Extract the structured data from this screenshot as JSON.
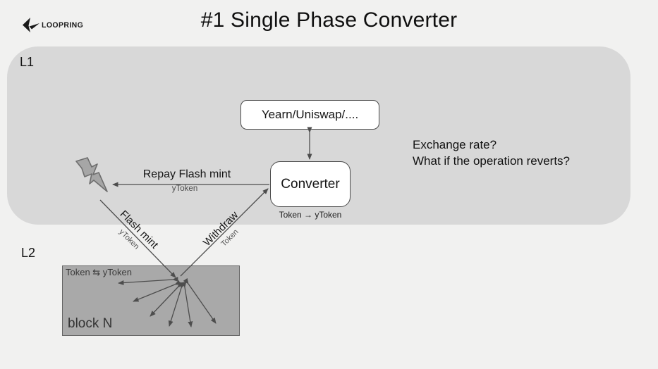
{
  "page": {
    "title": "#1 Single Phase Converter"
  },
  "logo": {
    "text": "LOOPRING"
  },
  "l1_region": {
    "label": "L1",
    "yearn_box": {
      "label": "Yearn/Uniswap/...."
    },
    "converter_box": {
      "label": "Converter",
      "caption": "Token → yToken"
    },
    "questions": {
      "line1": "Exchange rate?",
      "line2": "What if the operation reverts?"
    },
    "repay_arrow": {
      "label": "Repay Flash mint",
      "sublabel": "yToken"
    }
  },
  "l2_region": {
    "label": "L2",
    "flash_mint_arrow": {
      "label": "Flash mint",
      "sublabel": "yToken"
    },
    "withdraw_arrow": {
      "label": "Withdraw",
      "sublabel": "Token"
    },
    "block_box": {
      "header": "Token ⇆ yToken",
      "footer": "block N"
    }
  },
  "icons": {
    "loopring_mark": "loopring-logo-mark",
    "lightning": "lightning-bolt"
  },
  "colors": {
    "background": "#f1f1f0",
    "l1_fill": "#d8d8d8",
    "l2_fill": "#a9a9a9",
    "l2_border": "#646464",
    "node_fill": "#ffffff",
    "node_border": "#4a4a4a",
    "arrow": "#4d4d4d",
    "lightning_fill": "#a6a6a6",
    "lightning_border": "#6e6e6e",
    "text": "#111111",
    "muted_text": "#4d4d4d"
  }
}
